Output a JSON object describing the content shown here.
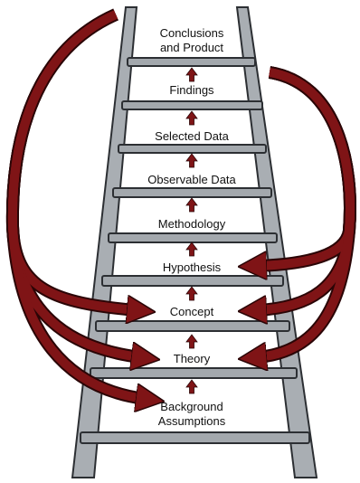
{
  "labels": {
    "conclusions_line1": "Conclusions",
    "conclusions_line2": "and Product",
    "findings": "Findings",
    "selected_data": "Selected Data",
    "observable_data": "Observable Data",
    "methodology": "Methodology",
    "hypothesis": "Hypothesis",
    "concept": "Concept",
    "theory": "Theory",
    "background_line1": "Background",
    "background_line2": "Assumptions"
  },
  "colors": {
    "arrow_fill": "#7f1416",
    "arrow_stroke": "#2a0506",
    "rail_fill": "#a9aeb3",
    "rail_stroke": "#2c2f33",
    "rung_fill": "#a3a8ad",
    "background": "#ffffff",
    "text": "#111111"
  }
}
